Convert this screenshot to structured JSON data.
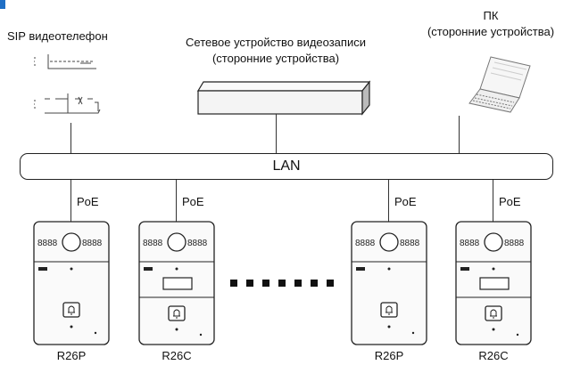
{
  "colors": {
    "accent": "#1f6fc5",
    "line": "#222222",
    "device_fill": "#f4f4f4"
  },
  "labels": {
    "sip_phone": "SIP видеотелефон",
    "nvr_line1": "Сетевое устройство видеозаписи",
    "nvr_line2": "(сторонние устройства)",
    "pc_line1": "ПК",
    "pc_line2": "(сторонние устройства)",
    "lan": "LAN"
  },
  "nodes": [
    {
      "poe": "PoE",
      "model": "R26P",
      "variant": "p"
    },
    {
      "poe": "PoE",
      "model": "R26C",
      "variant": "c"
    },
    {
      "poe": "PoE",
      "model": "R26P",
      "variant": "p"
    },
    {
      "poe": "PoE",
      "model": "R26C",
      "variant": "c"
    }
  ],
  "icons": {
    "sip_phone": "sip-phone-icon",
    "nvr": "nvr-icon",
    "pc": "laptop-icon",
    "intercom": "intercom-panel-icon",
    "ellipsis": "ellipsis-dots"
  }
}
